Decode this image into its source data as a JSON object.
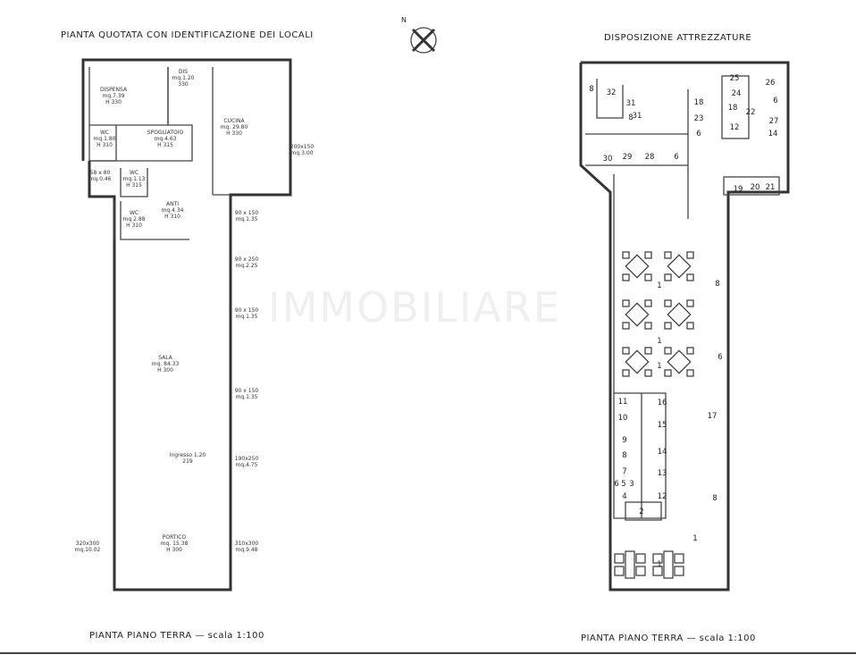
{
  "left_plan": {
    "title": "PIANTA QUOTATA CON IDENTIFICAZIONE DEI LOCALI",
    "caption": "PIANTA PIANO TERRA  —  scala 1:100",
    "rooms": [
      [
        "DISPENSA",
        "mq.7.39",
        "H 330"
      ],
      [
        "DIS",
        "mq.1.20",
        "330"
      ],
      [
        "CUCINA",
        "mq. 29.80",
        "H 330"
      ],
      [
        "WC",
        "mq.1.80",
        "H 310"
      ],
      [
        "SPOGLIATOIO",
        "mq.4.63",
        "H 315"
      ],
      [
        "WC",
        "mq.1.13",
        "H 315"
      ],
      [
        "ANTI",
        "mq.4.34",
        "H 310"
      ],
      [
        "WC",
        "mq.2.88",
        "H 310"
      ],
      [
        "SALA",
        "mq. 84.33",
        "H 300"
      ],
      [
        "PORTICO",
        "mq. 15.38",
        "H 300"
      ]
    ],
    "openings": [
      [
        "200x150",
        "mq.3.00"
      ],
      [
        "58 x 80",
        "mq.0.46"
      ],
      [
        "90 x 150",
        "mq.1.35"
      ],
      [
        "90 x 250",
        "mq.2.25"
      ],
      [
        "90 x 150",
        "mq.1.35"
      ],
      [
        "90 x 150",
        "mq.1.35"
      ],
      [
        "Ingresso 1.20",
        "219"
      ],
      [
        "190x250",
        "mq.4.75"
      ],
      [
        "310x300",
        "mq.9.48"
      ],
      [
        "320x300",
        "mq.10.02"
      ]
    ]
  },
  "right_plan": {
    "title": "DISPOSIZIONE ATTREZZATURE",
    "caption": "PIANTA PIANO TERRA  —  scala 1:100",
    "equipment_numbers": [
      "32",
      "8",
      "31",
      "31",
      "8",
      "18",
      "23",
      "6",
      "25",
      "24",
      "18",
      "22",
      "12",
      "26",
      "6",
      "27",
      "14",
      "30",
      "29",
      "28",
      "6",
      "19",
      "20",
      "21",
      "1",
      "1",
      "1",
      "6",
      "8",
      "11",
      "10",
      "9",
      "8",
      "7",
      "6",
      "5",
      "3",
      "4",
      "2",
      "16",
      "15",
      "14",
      "13",
      "12",
      "17",
      "8",
      "1",
      "1"
    ]
  },
  "north_label": "N",
  "watermark": "IMMOBILIARE"
}
